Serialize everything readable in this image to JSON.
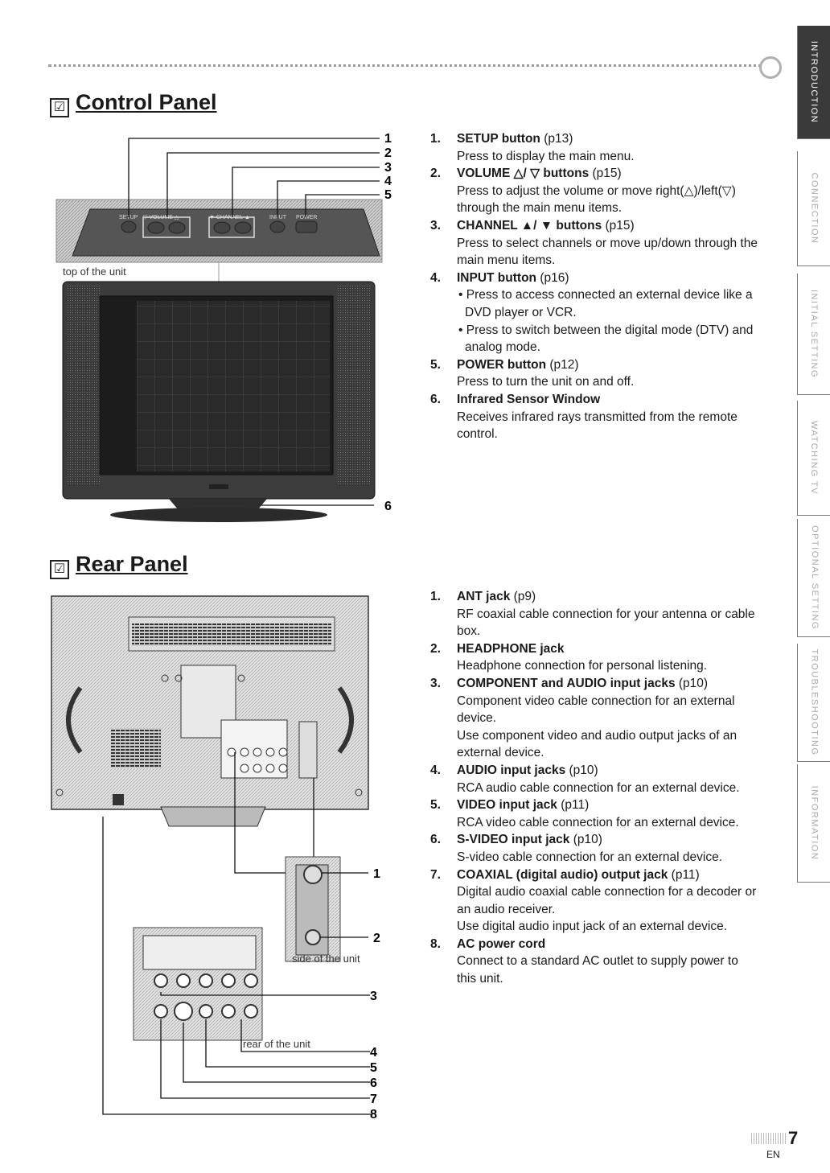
{
  "sections": {
    "control": {
      "checkbox": "☑",
      "heading": "Control Panel",
      "image_labels": {
        "top_panel": [
          "SETUP",
          "▽ VOLUME △",
          "▼ CHANNEL ▲",
          "INPUT",
          "POWER"
        ],
        "top_caption": "top of the unit",
        "callouts": [
          "1",
          "2",
          "3",
          "4",
          "5",
          "6"
        ]
      },
      "items": [
        {
          "num": "1.",
          "title": "SETUP button",
          "ref": " (p13)",
          "desc": [
            "Press to display the main menu."
          ]
        },
        {
          "num": "2.",
          "title": "VOLUME △/ ▽ buttons",
          "ref": " (p15)",
          "desc": [
            "Press to adjust the volume or move right(△)/left(▽)",
            "through the main menu items."
          ]
        },
        {
          "num": "3.",
          "title": "CHANNEL ▲/ ▼ buttons",
          "ref": " (p15)",
          "desc": [
            "Press to select channels or move up/down through the",
            "main menu items."
          ]
        },
        {
          "num": "4.",
          "title": "INPUT button",
          "ref": " (p16)",
          "bullets": [
            "• Press to access connected an external device like a DVD player or VCR.",
            "• Press to switch between the digital mode (DTV) and analog mode."
          ]
        },
        {
          "num": "5.",
          "title": "POWER button",
          "ref": " (p12)",
          "desc": [
            "Press to turn the unit on and off."
          ]
        },
        {
          "num": "6.",
          "title": "Infrared Sensor Window",
          "ref": "",
          "desc": [
            "Receives infrared rays transmitted from the remote",
            "control."
          ]
        }
      ]
    },
    "rear": {
      "checkbox": "☑",
      "heading": "Rear Panel",
      "image_labels": {
        "side_caption": "side of the unit",
        "rear_caption": "rear of the unit",
        "callouts": [
          "1",
          "2",
          "3",
          "4",
          "5",
          "6",
          "7",
          "8"
        ]
      },
      "items": [
        {
          "num": "1.",
          "title": "ANT jack",
          "ref": " (p9)",
          "desc": [
            "RF coaxial cable connection for your antenna or cable",
            "box."
          ]
        },
        {
          "num": "2.",
          "title": "HEADPHONE jack",
          "ref": "",
          "desc": [
            "Headphone connection for personal listening."
          ]
        },
        {
          "num": "3.",
          "title": "COMPONENT and AUDIO input jacks",
          "ref": " (p10)",
          "desc": [
            "Component video cable connection for an external",
            "device.",
            "Use component video and audio output jacks of an",
            "external device."
          ]
        },
        {
          "num": "4.",
          "title": "AUDIO input jacks",
          "ref": " (p10)",
          "desc": [
            "RCA audio cable connection for an external device."
          ]
        },
        {
          "num": "5.",
          "title": "VIDEO input jack",
          "ref": " (p11)",
          "desc": [
            "RCA video cable connection for an external device."
          ]
        },
        {
          "num": "6.",
          "title": "S-VIDEO input jack",
          "ref": " (p10)",
          "desc": [
            "S-video cable connection for an external device."
          ]
        },
        {
          "num": "7.",
          "title": "COAXIAL (digital audio) output jack",
          "ref": " (p11)",
          "desc": [
            "Digital audio coaxial cable connection for a decoder or",
            "an audio receiver.",
            "Use digital audio input jack of an external device."
          ]
        },
        {
          "num": "8.",
          "title": "AC power cord",
          "ref": "",
          "desc": [
            "Connect to a standard AC outlet to supply power to",
            "this unit."
          ]
        }
      ]
    }
  },
  "side_tabs": [
    {
      "label": "INTRODUCTION",
      "active": true
    },
    {
      "label": "CONNECTION",
      "active": false
    },
    {
      "label": "INITIAL SETTING",
      "active": false
    },
    {
      "label": "WATCHING TV",
      "active": false
    },
    {
      "label": "OPTIONAL SETTING",
      "active": false
    },
    {
      "label": "TROUBLESHOOTING",
      "active": false
    },
    {
      "label": "INFORMATION",
      "active": false
    }
  ],
  "footer": {
    "page_number": "7",
    "language": "EN"
  }
}
